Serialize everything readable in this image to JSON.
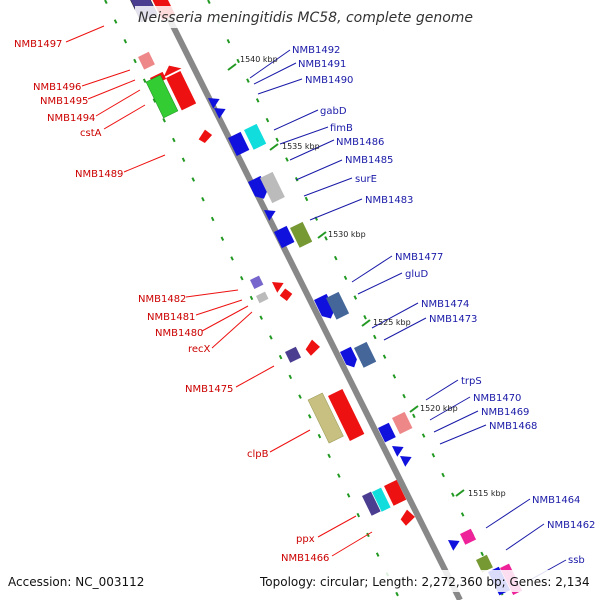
{
  "title": "Neisseria meningitidis MC58, complete genome",
  "footer": {
    "accession": "Accession: NC_003112",
    "summary": "Topology: circular; Length: 2,272,360 bp; Genes: 2,134"
  },
  "kbp_ticks": [
    "1540 kbp",
    "1535 kbp",
    "1530 kbp",
    "1525 kbp",
    "1520 kbp",
    "1515 kbp"
  ],
  "labels_left": [
    "NMB1497",
    "NMB1496",
    "NMB1495",
    "NMB1494",
    "cstA",
    "NMB1489",
    "NMB1482",
    "NMB1481",
    "NMB1480",
    "recX",
    "NMB1475",
    "clpB",
    "ppx",
    "NMB1466"
  ],
  "labels_right": [
    "NMB1492",
    "NMB1491",
    "NMB1490",
    "gabD",
    "fimB",
    "NMB1486",
    "NMB1485",
    "surE",
    "NMB1483",
    "NMB1477",
    "gluD",
    "NMB1474",
    "NMB1473",
    "trpS",
    "NMB1470",
    "NMB1469",
    "NMB1468",
    "NMB1464",
    "NMB1462",
    "ssb"
  ],
  "colors": {
    "red": "#ee1111",
    "blue": "#1111dd",
    "green": "#33cc33",
    "olive": "#779933",
    "khaki": "#c8c080",
    "cyan": "#11dddd",
    "magenta": "#ee2299",
    "gray": "#bbbbbb",
    "slate": "#446699",
    "purple": "#4b3d8f"
  }
}
